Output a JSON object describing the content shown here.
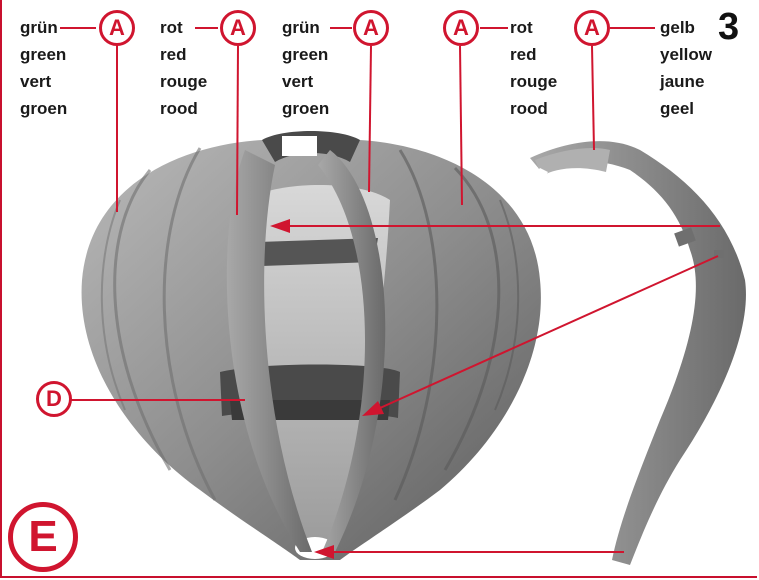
{
  "step_number": "3",
  "assembly_letter": "E",
  "part_callouts": [
    {
      "letter": "A",
      "colors": [
        "grün",
        "green",
        "vert",
        "groen"
      ]
    },
    {
      "letter": "A",
      "colors": [
        "rot",
        "red",
        "rouge",
        "rood"
      ]
    },
    {
      "letter": "A",
      "colors": [
        "grün",
        "green",
        "vert",
        "groen"
      ]
    },
    {
      "letter": "A",
      "colors": [
        "rot",
        "red",
        "rouge",
        "rood"
      ]
    },
    {
      "letter": "A",
      "colors": [
        "gelb",
        "yellow",
        "jaune",
        "geel"
      ]
    }
  ],
  "ring_callout": "D",
  "colors": {
    "accent": "#d0152f",
    "part": "#8c8c8c"
  }
}
